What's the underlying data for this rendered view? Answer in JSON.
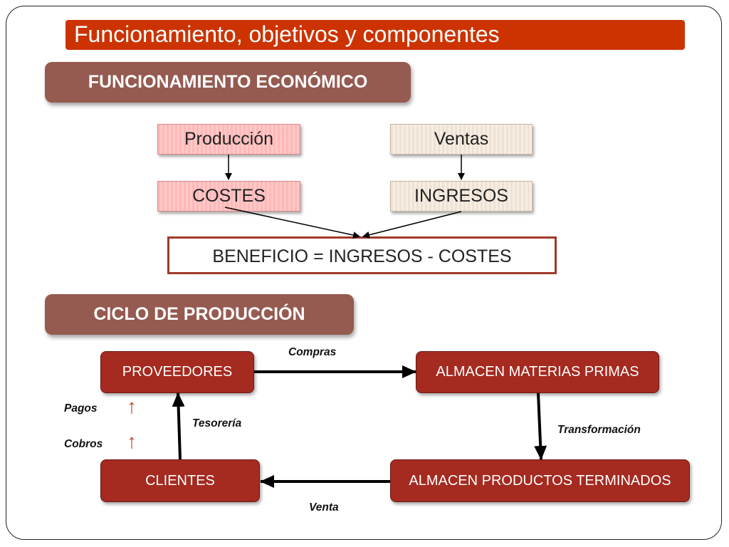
{
  "title": "Funcionamiento, objetivos y componentes",
  "sections": {
    "funcionamiento": "FUNCIONAMIENTO ECONÓMICO",
    "ciclo": "CICLO DE PRODUCCIÓN"
  },
  "economic": {
    "produccion": "Producción",
    "ventas": "Ventas",
    "costes": "COSTES",
    "ingresos": "INGRESOS",
    "beneficio": "BENEFICIO = INGRESOS - COSTES"
  },
  "cycle": {
    "proveedores": "PROVEEDORES",
    "almacen_materias": "ALMACEN MATERIAS PRIMAS",
    "almacen_productos": "ALMACEN PRODUCTOS TERMINADOS",
    "clientes": "CLIENTES",
    "compras": "Compras",
    "transformacion": "Transformación",
    "venta": "Venta",
    "tesoreria": "Tesorería",
    "pagos": "Pagos",
    "cobros": "Cobros"
  },
  "colors": {
    "title_bar": "#cc3300",
    "section_header": "#955a50",
    "cycle_box": "#a52a20",
    "pink_box": "#ffc0c0",
    "beige_box": "#f2e8dc",
    "up_arrow": "#c0452a"
  },
  "icons": {
    "up_arrow": "↑"
  }
}
